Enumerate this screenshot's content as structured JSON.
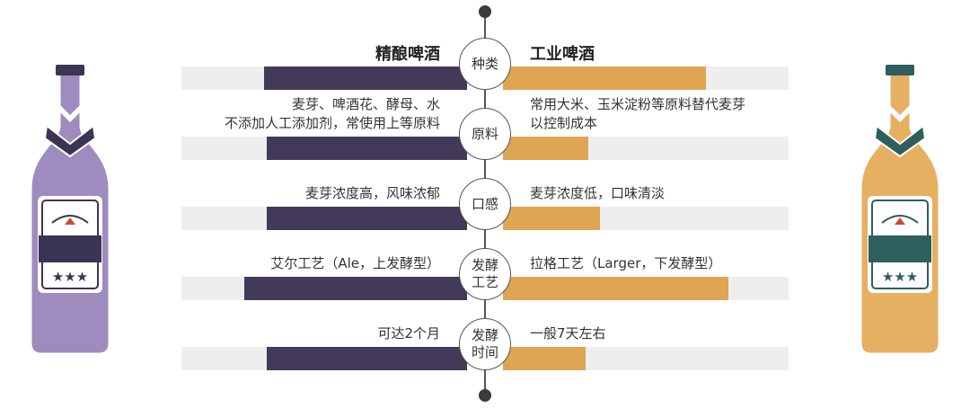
{
  "headers": {
    "left": "精酿啤酒",
    "right": "工业啤酒"
  },
  "colors": {
    "craft": "#433a59",
    "industrial": "#dea552",
    "track": "#eeeeee",
    "craft_bottle": "#9d8cbd",
    "industrial_bottle": "#e5b062",
    "craft_label": "#3c3454",
    "industrial_label": "#2e5e5e"
  },
  "icons": [
    "craft-beer-bottle-icon",
    "industrial-beer-bottle-icon"
  ],
  "rows": [
    {
      "label": [
        "种类"
      ],
      "left_text": [],
      "right_text": [],
      "left_value": 0.71,
      "right_value": 0.71
    },
    {
      "label": [
        "原料"
      ],
      "left_text": [
        "麦芽、啤酒花、酵母、水",
        "不添加人工添加剂，常使用上等原料"
      ],
      "right_text": [
        "常用大米、玉米淀粉等原料替代麦芽",
        "以控制成本"
      ],
      "left_value": 0.7,
      "right_value": 0.3
    },
    {
      "label": [
        "口感"
      ],
      "left_text": [
        "麦芽浓度高，风味浓郁"
      ],
      "right_text": [
        "麦芽浓度低，口味清淡"
      ],
      "left_value": 0.7,
      "right_value": 0.34
    },
    {
      "label": [
        "发酵",
        "工艺"
      ],
      "left_text": [
        "艾尔工艺（Ale，上发酵型）"
      ],
      "right_text": [
        "拉格工艺（Larger，下发酵型）"
      ],
      "left_value": 0.78,
      "right_value": 0.79
    },
    {
      "label": [
        "发酵",
        "时间"
      ],
      "left_text": [
        "可达2个月"
      ],
      "right_text": [
        "一般7天左右"
      ],
      "left_value": 0.7,
      "right_value": 0.29
    }
  ]
}
